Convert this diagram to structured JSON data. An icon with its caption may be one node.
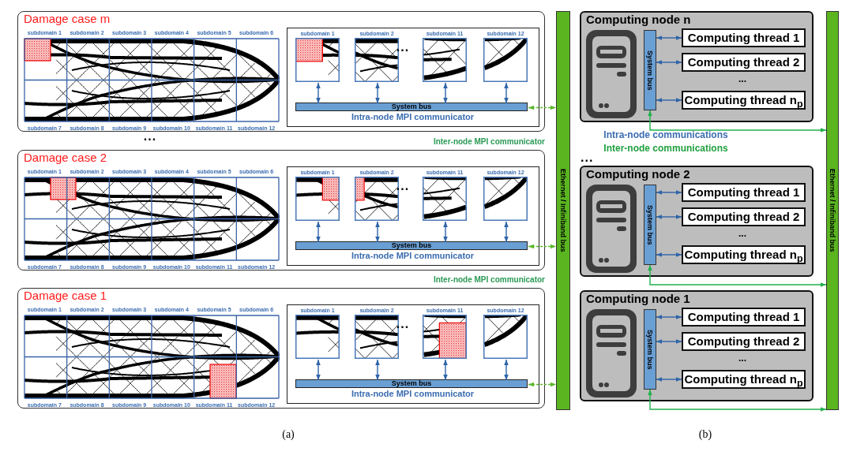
{
  "diagram": {
    "nodes": [
      {
        "text": [
          "Damage case m"
        ]
      },
      {
        "text": [],
        "shape": "picture",
        "in": 0,
        "beside": [
          "subdomain 1",
          "subdomain 2",
          "subdomain 3",
          "subdomain 4",
          "subdomain 5",
          "subdomain 6",
          "subdomain 7",
          "subdomain 8",
          "subdomain 9",
          "subdomain 10",
          "subdomain 11",
          "subdomain 12"
        ]
      },
      {
        "text": [
          "Intra-node MPI communicator"
        ],
        "in": 0
      },
      {
        "text": [
          "subdomain 1"
        ],
        "in": 2
      },
      {
        "text": [
          "subdomain 2"
        ],
        "in": 2
      },
      {
        "text": [
          "subdomain 11"
        ],
        "in": 2
      },
      {
        "text": [
          "subdomain 12"
        ],
        "in": 2
      },
      {
        "text": [
          "System bus"
        ],
        "in": 2
      },
      {
        "text": [
          "Damage case 2"
        ]
      },
      {
        "text": [],
        "shape": "picture",
        "in": 8,
        "beside": [
          "subdomain 1",
          "subdomain 2",
          "subdomain 3",
          "subdomain 4",
          "subdomain 5",
          "subdomain 6",
          "subdomain 7",
          "subdomain 8",
          "subdomain 9",
          "subdomain 10",
          "subdomain 11",
          "subdomain 12"
        ]
      },
      {
        "text": [
          "Intra-node MPI communicator"
        ],
        "in": 8
      },
      {
        "text": [
          "subdomain 1"
        ],
        "in": 10
      },
      {
        "text": [
          "subdomain 2"
        ],
        "in": 10
      },
      {
        "text": [
          "subdomain 11"
        ],
        "in": 10
      },
      {
        "text": [
          "subdomain 12"
        ],
        "in": 10
      },
      {
        "text": [
          "System bus"
        ],
        "in": 10
      },
      {
        "text": [
          "Damage case 1"
        ]
      },
      {
        "text": [],
        "shape": "picture",
        "in": 16,
        "beside": [
          "subdomain 1",
          "subdomain 2",
          "subdomain 3",
          "subdomain 4",
          "subdomain 5",
          "subdomain 6",
          "subdomain 7",
          "subdomain 8",
          "subdomain 9",
          "subdomain 10",
          "subdomain 11",
          "subdomain 12"
        ]
      },
      {
        "text": [
          "Intra-node MPI communicator"
        ],
        "in": 16
      },
      {
        "text": [
          "subdomain 1"
        ],
        "in": 18
      },
      {
        "text": [
          "subdomain 2"
        ],
        "in": 18
      },
      {
        "text": [
          "subdomain 11"
        ],
        "in": 18
      },
      {
        "text": [
          "subdomain 12"
        ],
        "in": 18
      },
      {
        "text": [
          "System bus"
        ],
        "in": 18
      },
      {
        "text": [
          "Ethernet / Infiniband bus"
        ]
      },
      {
        "text": [
          "Computing node n"
        ]
      },
      {
        "text": [
          "System bus"
        ],
        "in": 25
      },
      {
        "text": [
          "Computing thread 1"
        ],
        "in": 25
      },
      {
        "text": [
          "Computing thread 2"
        ],
        "in": 25
      },
      {
        "text": [
          "Computing thread n$_{p}$"
        ],
        "in": 25
      },
      {
        "text": [
          "Computing node 2"
        ]
      },
      {
        "text": [
          "System bus"
        ],
        "in": 30
      },
      {
        "text": [
          "Computing thread 1"
        ],
        "in": 30
      },
      {
        "text": [
          "Computing thread 2"
        ],
        "in": 30
      },
      {
        "text": [
          "Computing thread n$_{p}$"
        ],
        "in": 30
      },
      {
        "text": [
          "Computing node 1"
        ]
      },
      {
        "text": [
          "System bus"
        ],
        "in": 35
      },
      {
        "text": [
          "Computing thread 1"
        ],
        "in": 35
      },
      {
        "text": [
          "Computing thread 2"
        ],
        "in": 35
      },
      {
        "text": [
          "Computing thread n$_{p}$"
        ],
        "in": 35
      },
      {
        "text": [
          "Ethernet / Infiniband bus"
        ]
      }
    ],
    "edges": [
      {
        "from": 3,
        "to": 7,
        "arrow": "both"
      },
      {
        "from": 4,
        "to": 7,
        "arrow": "both"
      },
      {
        "from": 5,
        "to": 7,
        "arrow": "both"
      },
      {
        "from": 6,
        "to": 7,
        "arrow": "both"
      },
      {
        "from": 7,
        "to": 24,
        "arrow": "both",
        "style": "dashed",
        "color": "#5cb82c"
      },
      {
        "from": 11,
        "to": 15,
        "arrow": "both"
      },
      {
        "from": 12,
        "to": 15,
        "arrow": "both"
      },
      {
        "from": 13,
        "to": 15,
        "arrow": "both"
      },
      {
        "from": 14,
        "to": 15,
        "arrow": "both"
      },
      {
        "from": 15,
        "to": 24,
        "arrow": "both",
        "style": "dashed",
        "color": "#5cb82c"
      },
      {
        "from": 19,
        "to": 23,
        "arrow": "both"
      },
      {
        "from": 20,
        "to": 23,
        "arrow": "both"
      },
      {
        "from": 21,
        "to": 23,
        "arrow": "both"
      },
      {
        "from": 22,
        "to": 23,
        "arrow": "both"
      },
      {
        "from": 23,
        "to": 24,
        "arrow": "both",
        "style": "dashed",
        "color": "#5cb82c"
      },
      {
        "from": 26,
        "to": 27,
        "arrow": "both"
      },
      {
        "from": 26,
        "to": 28,
        "arrow": "both"
      },
      {
        "from": 26,
        "to": 29,
        "arrow": "both"
      },
      {
        "from": 26,
        "to": 40,
        "arrow": "both",
        "color": "#22b14c"
      },
      {
        "from": 31,
        "to": 32,
        "arrow": "both"
      },
      {
        "from": 31,
        "to": 33,
        "arrow": "both"
      },
      {
        "from": 31,
        "to": 34,
        "arrow": "both"
      },
      {
        "from": 31,
        "to": 40,
        "arrow": "both",
        "color": "#22b14c"
      },
      {
        "from": 36,
        "to": 37,
        "arrow": "both"
      },
      {
        "from": 36,
        "to": 38,
        "arrow": "both"
      },
      {
        "from": 36,
        "to": 39,
        "arrow": "both"
      },
      {
        "from": 36,
        "to": 40,
        "arrow": "both",
        "color": "#22b14c"
      }
    ],
    "labels": [
      "...",
      "...",
      "Inter-node MPI communicator",
      "...",
      "Inter-node MPI communicator",
      "...",
      "...",
      "Intra-node communications",
      "Inter-node communications",
      "...",
      "...",
      "...",
      "(a)",
      "(b)"
    ]
  }
}
